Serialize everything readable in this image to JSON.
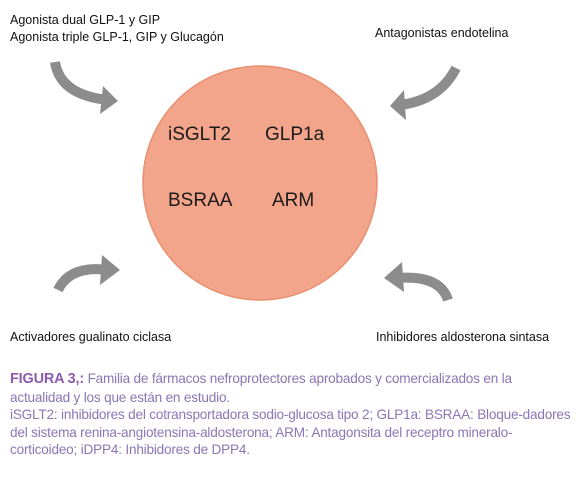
{
  "diagram": {
    "circle": {
      "fill": "#f3a58b",
      "stroke": "#e8906f",
      "items": [
        "iSGLT2",
        "GLP1a",
        "BSRAA",
        "ARM"
      ]
    },
    "labels": {
      "top_left_line1": "Agonista dual GLP-1 y GIP",
      "top_left_line2": "Agonista triple GLP-1, GIP y Glucagón",
      "top_right": "Antagonistas endotelina",
      "bottom_left": "Activadores gualinato ciclasa",
      "bottom_right": "Inhibidores aldosterona sintasa"
    },
    "arrow_color": "#8c8c8c"
  },
  "caption": {
    "label": "FIGURA 3,:",
    "line1": " Familia de fármacos nefroprotectores aprobados y comercializados en la actualidad y los que están en estudio.",
    "line2": "iSGLT2: inhibidores del cotransportadora sodio-glucosa tipo 2; GLP1a: BSRAA: Bloque-dadores del sistema renina-angiotensina-aldosterona; ARM: Antagonsita del receptro mineralo-corticoideo; iDPP4: Inhibidores de DPP4."
  }
}
